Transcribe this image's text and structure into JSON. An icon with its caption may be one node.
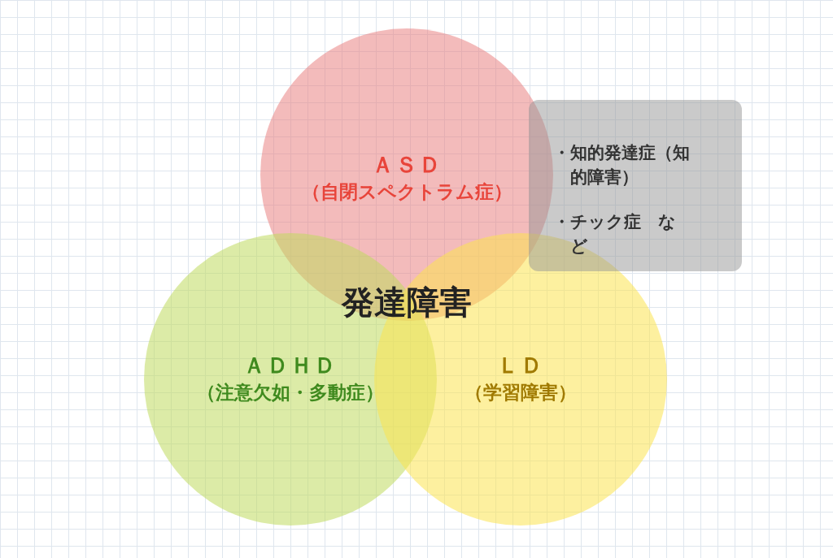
{
  "diagram": {
    "nodes": [
      {
        "text": [
          "ＡＳＤ",
          "（自閉スペクトラム症）"
        ]
      },
      {
        "text": [
          "ＡＤＨＤ",
          "（注意欠如・多動症）"
        ]
      },
      {
        "text": [
          "ＬＤ",
          "（学習障害）"
        ]
      },
      {
        "text": [
          "・知的発達症（知的障害）",
          "・チック症　など"
        ]
      }
    ],
    "edges": [],
    "labels": [
      "発達障害"
    ]
  }
}
